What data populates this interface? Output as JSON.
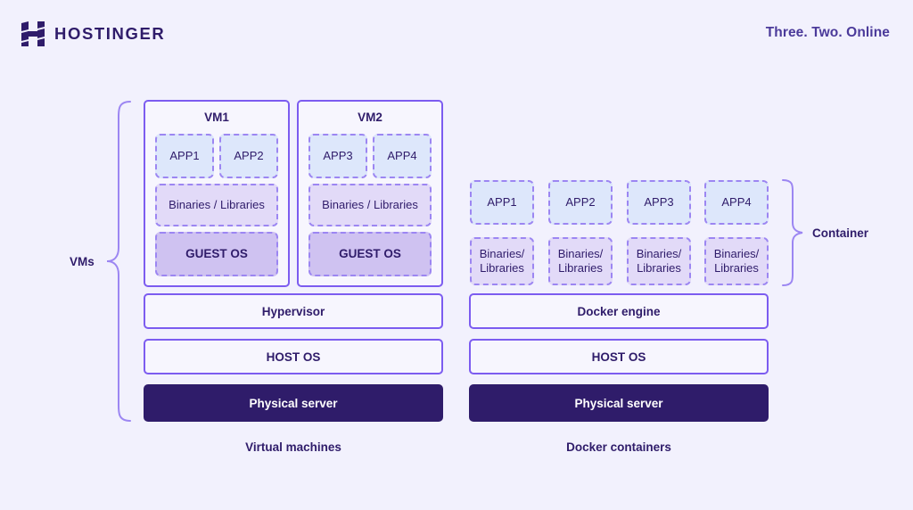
{
  "header": {
    "brand_name": "HOSTINGER",
    "brand_icon": "hostinger-h-logo",
    "tagline": "Three. Two. Online"
  },
  "colors": {
    "background": "#f2f1fd",
    "brand_dark": "#2f1c6a",
    "accent_purple": "#7c5cf0",
    "dashed_border": "#9c86f2",
    "app_fill": "#dde7fb",
    "bins_fill": "#e2daf8",
    "guest_fill": "#cfc2f1",
    "panel_fill": "#f7f6fe"
  },
  "vm_side": {
    "group_label": "VMs",
    "caption": "Virtual machines",
    "vms": [
      {
        "title": "VM1",
        "apps": [
          "APP1",
          "APP2"
        ],
        "binaries": "Binaries / Libraries",
        "guest_os": "GUEST OS"
      },
      {
        "title": "VM2",
        "apps": [
          "APP3",
          "APP4"
        ],
        "binaries": "Binaries / Libraries",
        "guest_os": "GUEST OS"
      }
    ],
    "layers": [
      "Hypervisor",
      "HOST OS",
      "Physical server"
    ]
  },
  "container_side": {
    "group_label": "Container",
    "caption": "Docker containers",
    "columns": [
      {
        "app": "APP1",
        "binaries_line1": "Binaries/",
        "binaries_line2": "Libraries"
      },
      {
        "app": "APP2",
        "binaries_line1": "Binaries/",
        "binaries_line2": "Libraries"
      },
      {
        "app": "APP3",
        "binaries_line1": "Binaries/",
        "binaries_line2": "Libraries"
      },
      {
        "app": "APP4",
        "binaries_line1": "Binaries/",
        "binaries_line2": "Libraries"
      }
    ],
    "layers": [
      "Docker engine",
      "HOST OS",
      "Physical server"
    ]
  }
}
